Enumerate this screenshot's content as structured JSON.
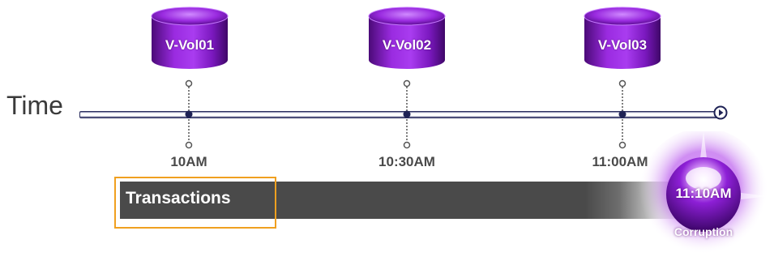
{
  "time_axis_label": "Time",
  "volumes": [
    {
      "label": "V-Vol01",
      "time": "10AM"
    },
    {
      "label": "V-Vol02",
      "time": "10:30AM"
    },
    {
      "label": "V-Vol03",
      "time": "11:00AM"
    }
  ],
  "transactions_label": "Transactions",
  "corruption": {
    "time": "11:10AM",
    "label": "Corruption"
  },
  "colors": {
    "volume_purple": "#8a1fc9",
    "timeline_navy": "#1e2255",
    "band_gray": "#4a4a4a",
    "highlight_orange": "#f0a020",
    "orb_purple": "#7a12c4"
  }
}
